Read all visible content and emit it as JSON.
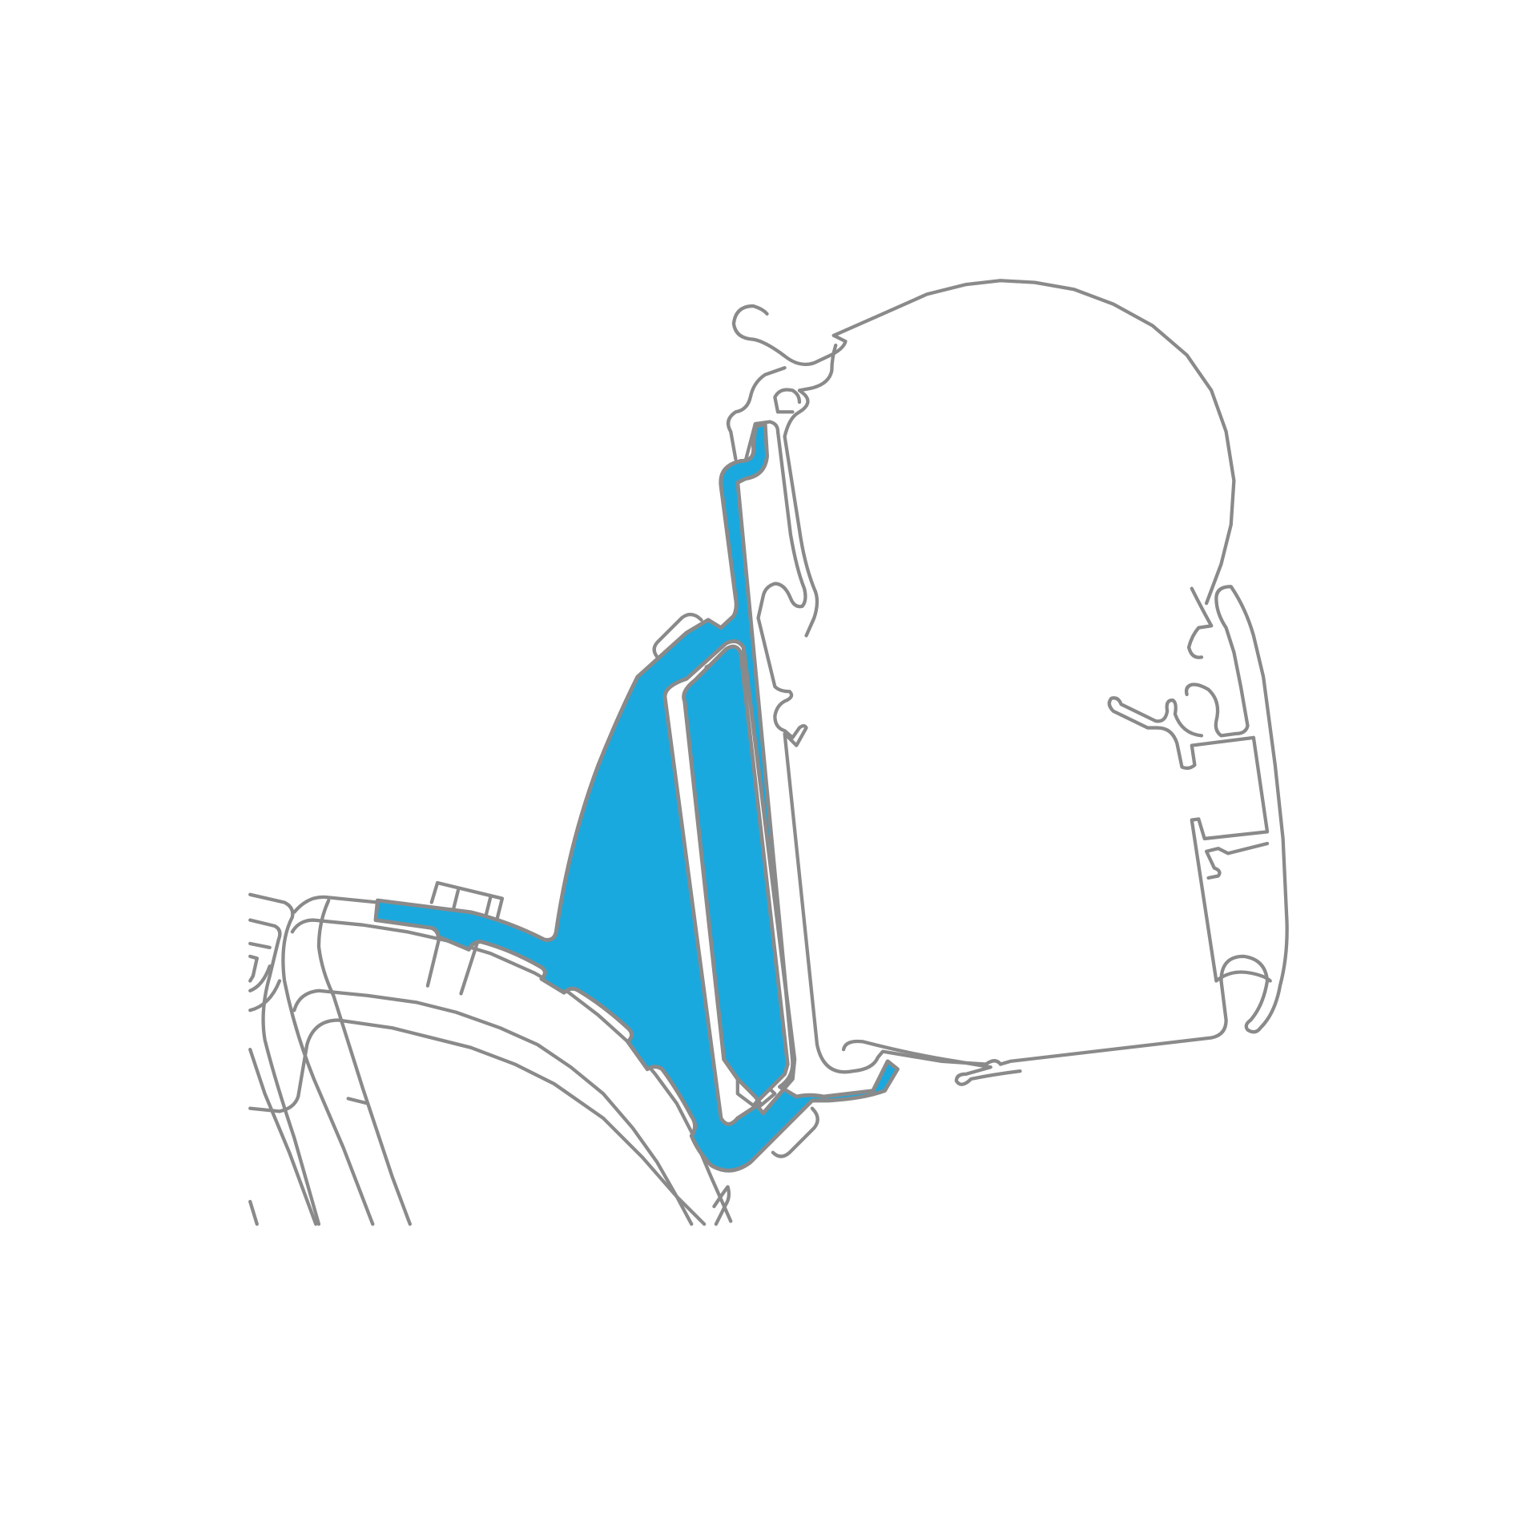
{
  "colors": {
    "background": "#ffffff",
    "outline": "#8a8a8a",
    "adapter_fill": "#1aa9de"
  },
  "parts": {
    "awning_profile": "outline",
    "adapter_bracket": "adapter_fill",
    "vehicle_rail": "outline"
  }
}
